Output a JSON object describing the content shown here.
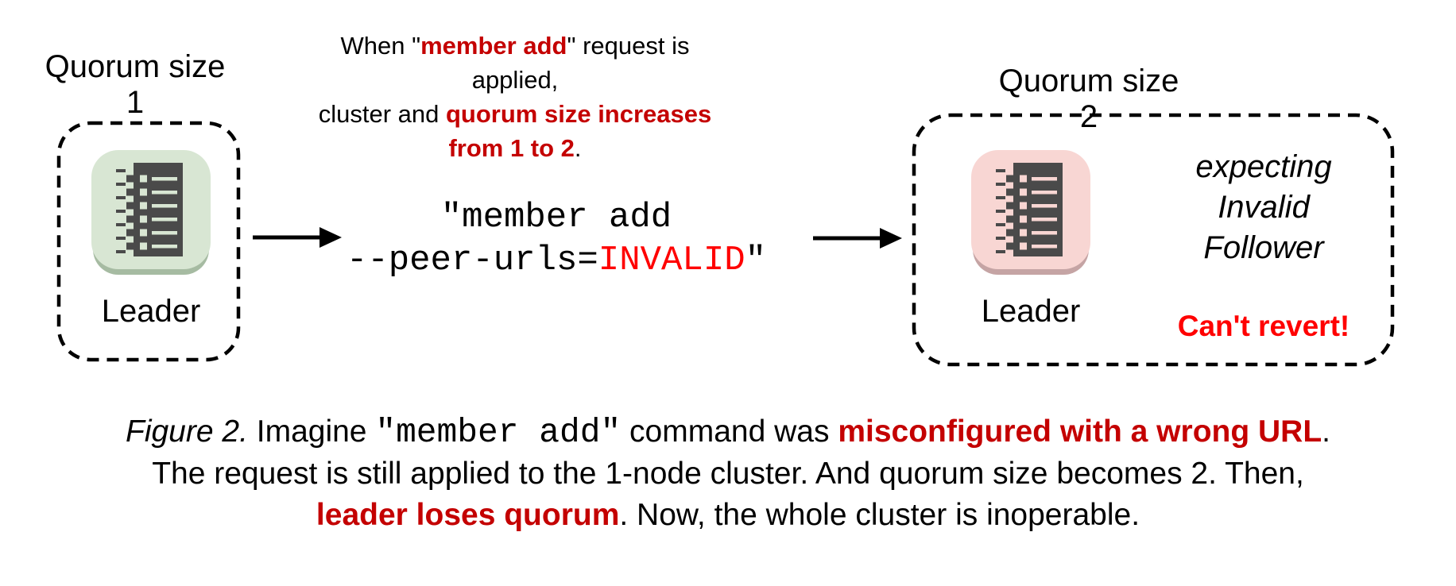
{
  "colors": {
    "red_dark": "#c40000",
    "red_bright": "#ff0000",
    "green_tile": "#d8e6d3",
    "green_tile_shadow": "#a6bba2",
    "pink_tile": "#f8d6d3",
    "pink_tile_shadow": "#c5a4a4",
    "icon_dark": "#4a4a4a"
  },
  "left_cluster": {
    "title": "Quorum size 1",
    "node_label": "Leader",
    "icon": "server-icon"
  },
  "right_cluster": {
    "title": "Quorum size 2",
    "node_label": "Leader",
    "icon": "server-icon",
    "expecting_lines": [
      "expecting",
      "Invalid",
      "Follower"
    ],
    "warning": "Can't revert!"
  },
  "top_note": {
    "line1": {
      "pre": "When \"",
      "em": "member add",
      "post": "\" request is applied,"
    },
    "line2": {
      "pre": "cluster and ",
      "em": "quorum size increases"
    },
    "line3": {
      "em": "from 1 to 2",
      "post": "."
    }
  },
  "command": {
    "line1": "\"member add",
    "line2_pre": "--peer-urls=",
    "line2_em": "INVALID",
    "line2_post": "\""
  },
  "caption": {
    "line1": {
      "fig": "Figure 2.",
      "pre": " Imagine ",
      "code": "\"member add\"",
      "mid": " command was ",
      "em": "misconfigured with a wrong URL",
      "post": "."
    },
    "line2": {
      "text": "The request is still applied to the 1-node cluster. And quorum size becomes 2. Then,"
    },
    "line3": {
      "em": "leader loses quorum",
      "post": ". Now, the whole cluster is inoperable."
    }
  }
}
